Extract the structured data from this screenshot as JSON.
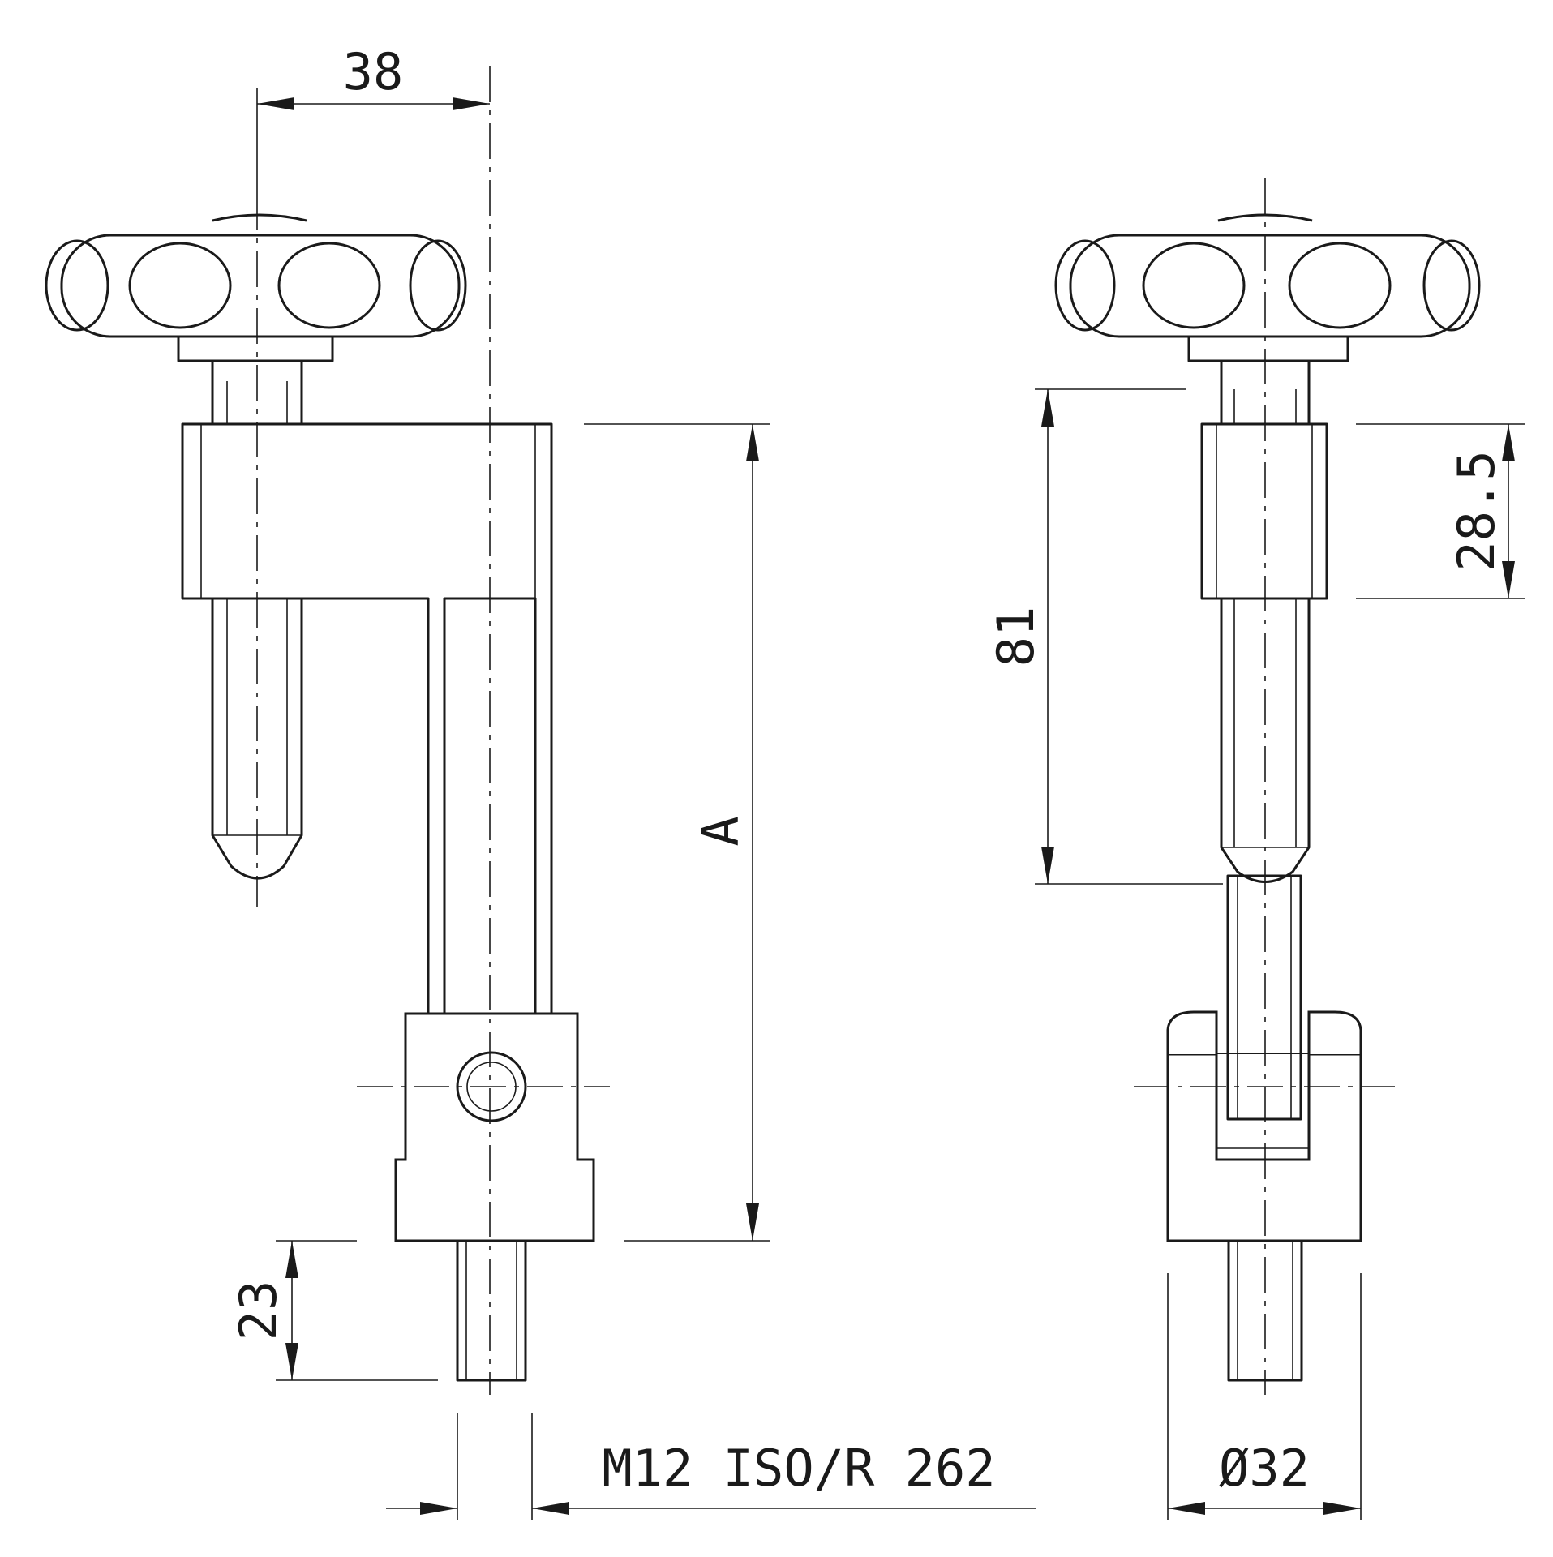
{
  "dimensions": {
    "width_38": "38",
    "height_a": "A",
    "length_23": "23",
    "thread": "M12 ISO/R 262",
    "height_81": "81",
    "height_28_5": "28.5",
    "diameter_32": "Ø32"
  }
}
